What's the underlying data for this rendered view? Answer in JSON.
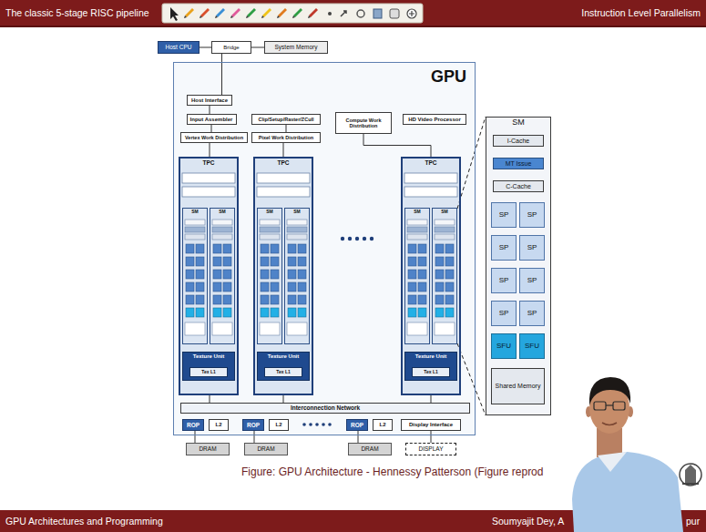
{
  "diagram": {
    "caption": "Figure: GPU Architecture - Hennessy Patterson (Figure reprod",
    "nodes": [
      {
        "text": [
          "Host CPU"
        ]
      },
      {
        "text": [
          "Bridge"
        ]
      },
      {
        "text": [
          "System Memory"
        ]
      },
      {
        "text": [
          "GPU"
        ]
      },
      {
        "text": [
          "Host Interface"
        ],
        "in": 3
      },
      {
        "text": [
          "Input Assembler"
        ],
        "in": 3
      },
      {
        "text": [
          "Vertex Work Distribution"
        ],
        "in": 3
      },
      {
        "text": [
          "Clip/Setup/Raster/ZCull"
        ],
        "in": 3
      },
      {
        "text": [
          "Pixel Work Distribution"
        ],
        "in": 3
      },
      {
        "text": [
          "Compute Work Distribution"
        ],
        "in": 3
      },
      {
        "text": [
          "HD Video Processor"
        ],
        "in": 3
      },
      {
        "text": [
          "TPC"
        ],
        "in": 3
      },
      {
        "text": [
          "SM"
        ],
        "in": 11
      },
      {
        "text": [
          "SM"
        ],
        "in": 11
      },
      {
        "text": [
          "Texture Unit"
        ],
        "in": 11
      },
      {
        "text": [
          "Tex L1"
        ],
        "in": 14
      },
      {
        "text": [
          "TPC"
        ],
        "in": 3
      },
      {
        "text": [
          "SM"
        ],
        "in": 16
      },
      {
        "text": [
          "SM"
        ],
        "in": 16
      },
      {
        "text": [
          "Texture Unit"
        ],
        "in": 16
      },
      {
        "text": [
          "Tex L1"
        ],
        "in": 19
      },
      {
        "text": [
          "TPC"
        ],
        "in": 3
      },
      {
        "text": [
          "SM"
        ],
        "in": 21
      },
      {
        "text": [
          "SM"
        ],
        "in": 21
      },
      {
        "text": [
          "Texture Unit"
        ],
        "in": 21
      },
      {
        "text": [
          "Tex L1"
        ],
        "in": 24
      },
      {
        "text": [
          "Interconnection Network"
        ],
        "in": 3
      },
      {
        "text": [
          "ROP"
        ],
        "in": 3
      },
      {
        "text": [
          "L2"
        ],
        "in": 3
      },
      {
        "text": [
          "ROP"
        ],
        "in": 3
      },
      {
        "text": [
          "L2"
        ],
        "in": 3
      },
      {
        "text": [
          "ROP"
        ],
        "in": 3
      },
      {
        "text": [
          "L2"
        ],
        "in": 3
      },
      {
        "text": [
          "Display Interface"
        ],
        "in": 3
      },
      {
        "text": [
          "DRAM"
        ]
      },
      {
        "text": [
          "DRAM"
        ]
      },
      {
        "text": [
          "DRAM"
        ]
      },
      {
        "text": [
          "DISPLAY"
        ]
      },
      {
        "text": [
          "SM"
        ]
      },
      {
        "text": [
          "I-Cache"
        ],
        "in": 38
      },
      {
        "text": [
          "MT Issue"
        ],
        "in": 38
      },
      {
        "text": [
          "C-Cache"
        ],
        "in": 38
      },
      {
        "text": [
          "SP"
        ],
        "in": 38
      },
      {
        "text": [
          "SP"
        ],
        "in": 38
      },
      {
        "text": [
          "SP"
        ],
        "in": 38
      },
      {
        "text": [
          "SP"
        ],
        "in": 38
      },
      {
        "text": [
          "SP"
        ],
        "in": 38
      },
      {
        "text": [
          "SP"
        ],
        "in": 38
      },
      {
        "text": [
          "SP"
        ],
        "in": 38
      },
      {
        "text": [
          "SP"
        ],
        "in": 38
      },
      {
        "text": [
          "SFU"
        ],
        "in": 38
      },
      {
        "text": [
          "SFU"
        ],
        "in": 38
      },
      {
        "text": [
          "Shared Memory"
        ],
        "in": 38
      }
    ],
    "edges": [
      {
        "from": 0,
        "to": 1,
        "arrow": "none"
      },
      {
        "from": 1,
        "to": 2,
        "arrow": "none"
      },
      {
        "from": 1,
        "to": 4,
        "arrow": "none"
      },
      {
        "from": 4,
        "to": 5,
        "arrow": "none"
      },
      {
        "from": 5,
        "to": 6,
        "arrow": "none"
      },
      {
        "from": 7,
        "to": 8,
        "arrow": "none"
      },
      {
        "from": 6,
        "to": 11,
        "arrow": "none"
      },
      {
        "from": 8,
        "to": 16,
        "arrow": "none"
      },
      {
        "from": 9,
        "to": 21,
        "arrow": "none"
      },
      {
        "from": 11,
        "to": 26,
        "arrow": "none"
      },
      {
        "from": 16,
        "to": 26,
        "arrow": "none"
      },
      {
        "from": 21,
        "to": 26,
        "arrow": "none"
      },
      {
        "from": 27,
        "to": 34,
        "arrow": "none"
      },
      {
        "from": 29,
        "to": 35,
        "arrow": "none"
      },
      {
        "from": 31,
        "to": 36,
        "arrow": "none"
      },
      {
        "from": 33,
        "to": 37,
        "arrow": "none"
      }
    ],
    "labels": [
      "The classic 5-stage RISC pipeline",
      "Instruction Level Parallelism",
      "GPU Architectures and Programming",
      "Soumyajit Dey, A",
      "pur"
    ]
  }
}
